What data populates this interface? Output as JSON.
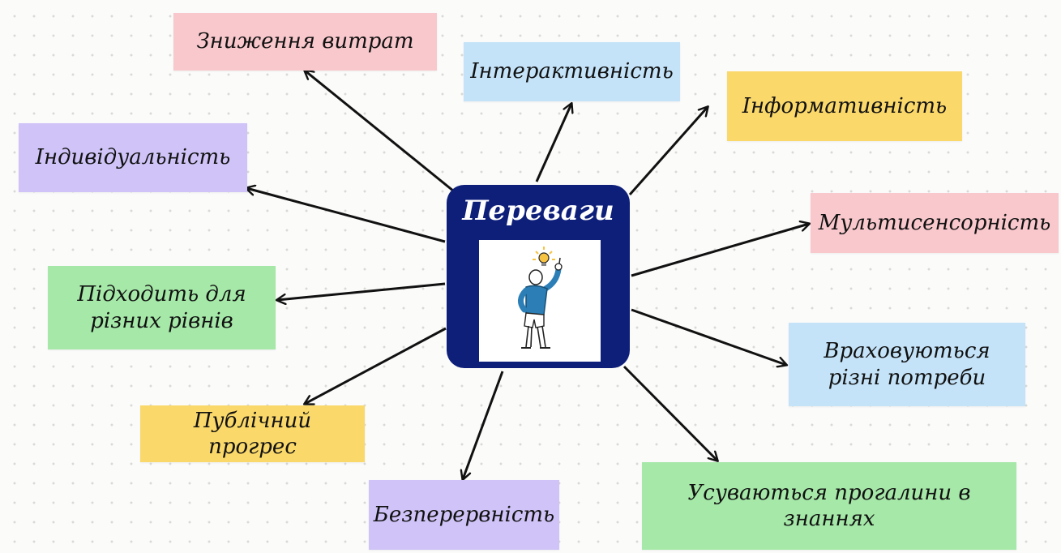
{
  "center": {
    "title": "Переваги"
  },
  "nodes": [
    {
      "id": "cost",
      "label": "Зниження витрат",
      "color": "#f8c8cc"
    },
    {
      "id": "interactive",
      "label": "Інтерактивність",
      "color": "#c4e3f8"
    },
    {
      "id": "informative",
      "label": "Інформативність",
      "color": "#fad86a"
    },
    {
      "id": "multisensory",
      "label": "Мультисенсорність",
      "color": "#f8c8cc"
    },
    {
      "id": "needs",
      "label": "Враховуються різні потреби",
      "color": "#c4e3f8"
    },
    {
      "id": "gaps",
      "label": "Усуваються прогалини в знаннях",
      "color": "#a5e8a8"
    },
    {
      "id": "continuity",
      "label": "Безперервність",
      "color": "#cfc3f7"
    },
    {
      "id": "progress",
      "label": "Публічний прогрес",
      "color": "#fad86a"
    },
    {
      "id": "levels",
      "label": "Підходить для різних рівнів",
      "color": "#a5e8a8"
    },
    {
      "id": "individual",
      "label": "Індивідуальність",
      "color": "#cfc3f7"
    }
  ],
  "icons": {
    "center_illustration": "idea-person-icon"
  }
}
